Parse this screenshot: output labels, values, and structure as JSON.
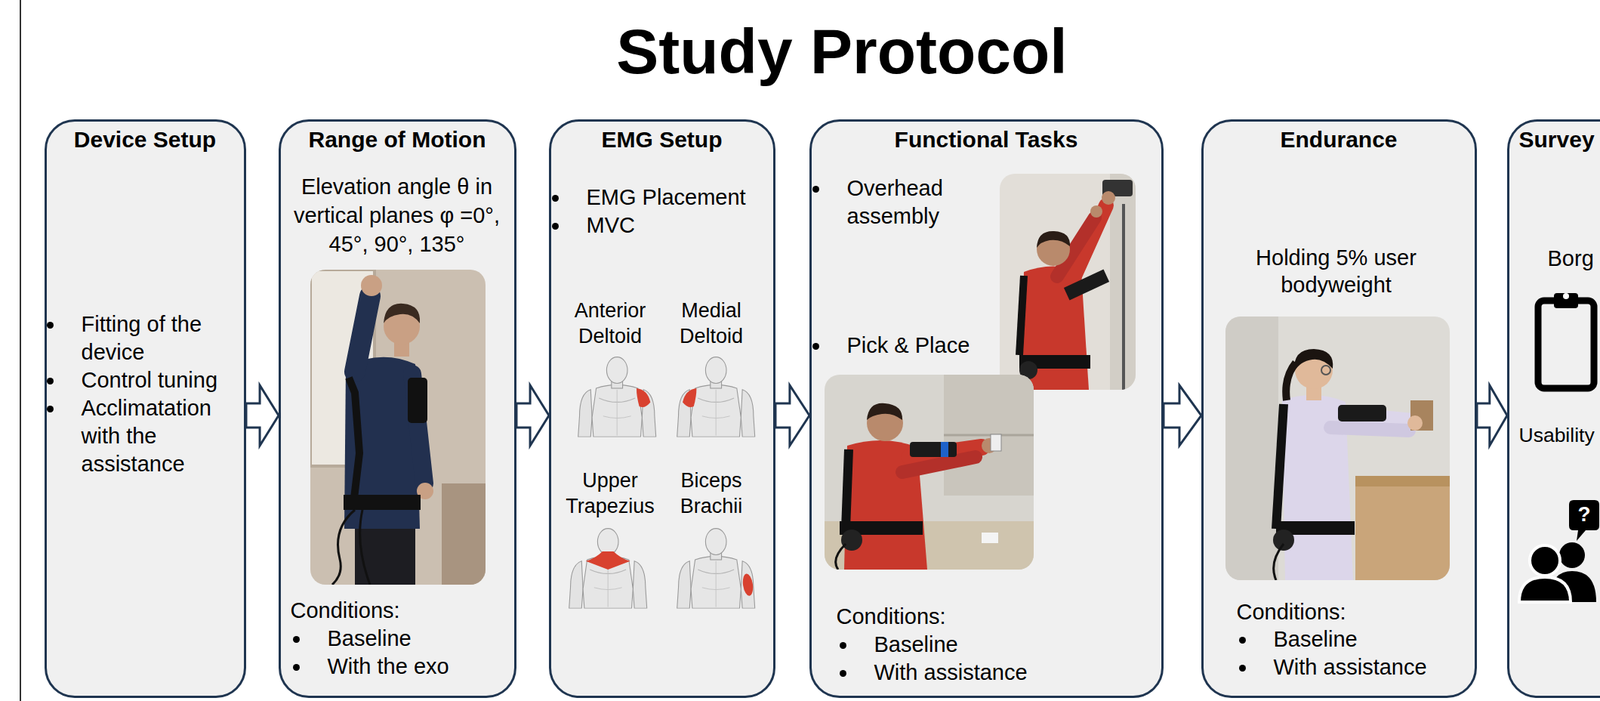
{
  "diagram": {
    "title": "Study Protocol",
    "nodes": [
      {
        "text": [
          "Device Setup",
          "Fitting of the device",
          "Control tuning",
          "Acclimatation with the assistance"
        ]
      },
      {
        "text": [
          "Range of Motion",
          "Elevation angle θ in vertical planes φ =0°, 45°, 90°, 135°",
          "Conditions:",
          "Baseline",
          "With the exo"
        ]
      },
      {
        "text": [
          "EMG Setup",
          "EMG Placement",
          "MVC"
        ]
      },
      {
        "text": [
          "Functional Tasks",
          "Overhead assembly",
          "Pick & Place",
          "Conditions:",
          "Baseline",
          "With assistance"
        ]
      },
      {
        "text": [
          "Endurance",
          "Holding 5% user bodyweight",
          "Conditions:",
          "Baseline",
          "With assistance"
        ]
      },
      {
        "text": [
          "Survey",
          "Borg",
          "Usability"
        ]
      }
    ],
    "edges": [
      {
        "from": 0,
        "to": 1,
        "arrow": "to"
      },
      {
        "from": 1,
        "to": 2,
        "arrow": "to"
      },
      {
        "from": 2,
        "to": 3,
        "arrow": "to"
      },
      {
        "from": 3,
        "to": 4,
        "arrow": "to"
      },
      {
        "from": 4,
        "to": 5,
        "arrow": "to"
      }
    ],
    "labels": [
      "Anterior Deltoid",
      "Medial Deltoid",
      "Upper Trapezius",
      "Biceps Brachii",
      "?"
    ]
  }
}
